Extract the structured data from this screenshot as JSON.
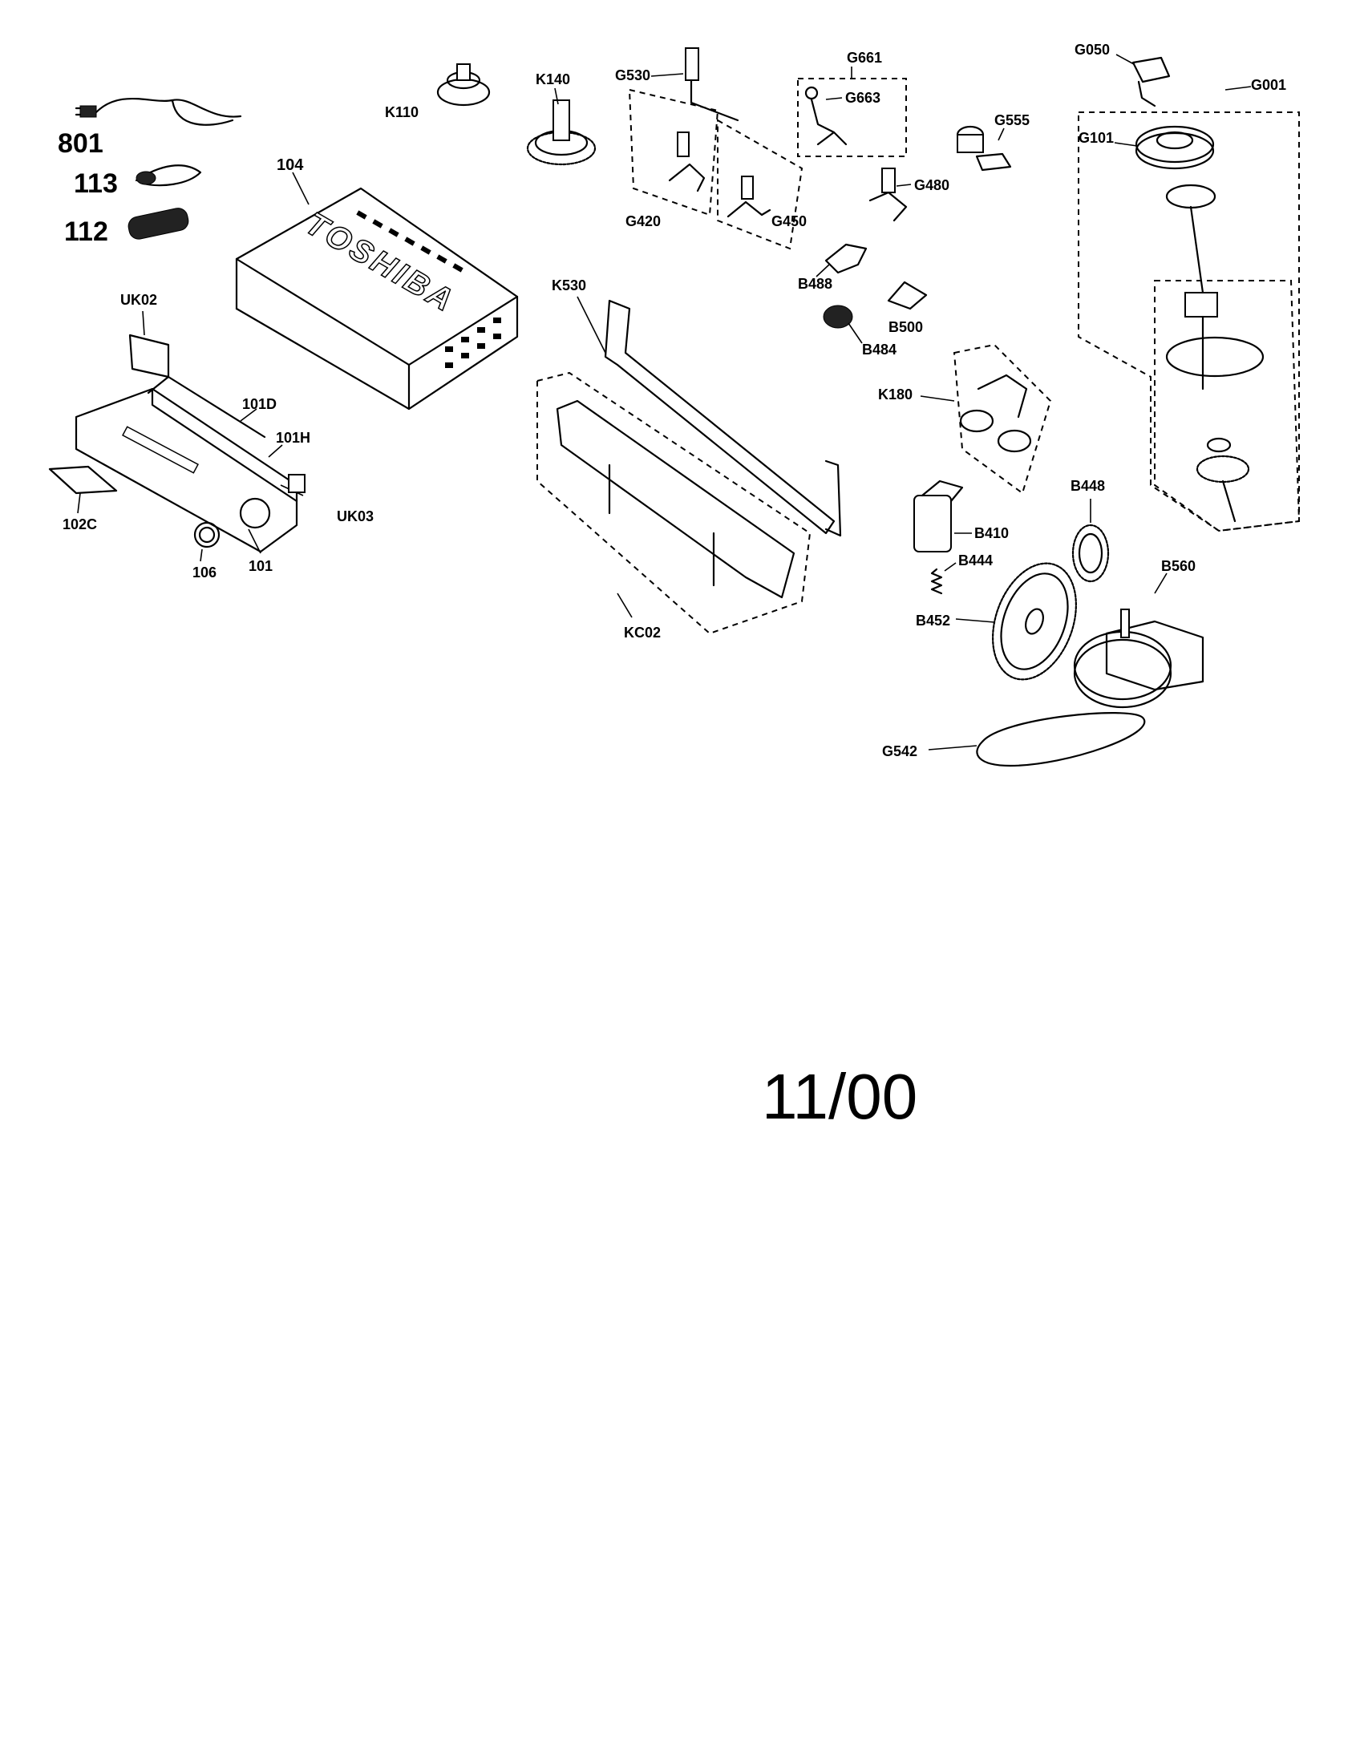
{
  "brand": "TOSHIBA",
  "date_stamp": "11/00",
  "labels": {
    "p801": "801",
    "p113": "113",
    "p112": "112",
    "p104": "104",
    "pK110": "K110",
    "pK140": "K140",
    "pG530": "G530",
    "pG420": "G420",
    "pG450": "G450",
    "pG661": "G661",
    "pG663": "G663",
    "pG480": "G480",
    "pG555": "G555",
    "pG050": "G050",
    "pG001": "G001",
    "pG101": "G101",
    "pUK02": "UK02",
    "p101D": "101D",
    "p101H": "101H",
    "pUK03": "UK03",
    "p102C": "102C",
    "p106": "106",
    "p101": "101",
    "pK530": "K530",
    "pKC02": "KC02",
    "pB488": "B488",
    "pB500": "B500",
    "pB484": "B484",
    "pK180": "K180",
    "pB448": "B448",
    "pB410": "B410",
    "pB444": "B444",
    "pB452": "B452",
    "pB560": "B560",
    "pG542": "G542"
  }
}
